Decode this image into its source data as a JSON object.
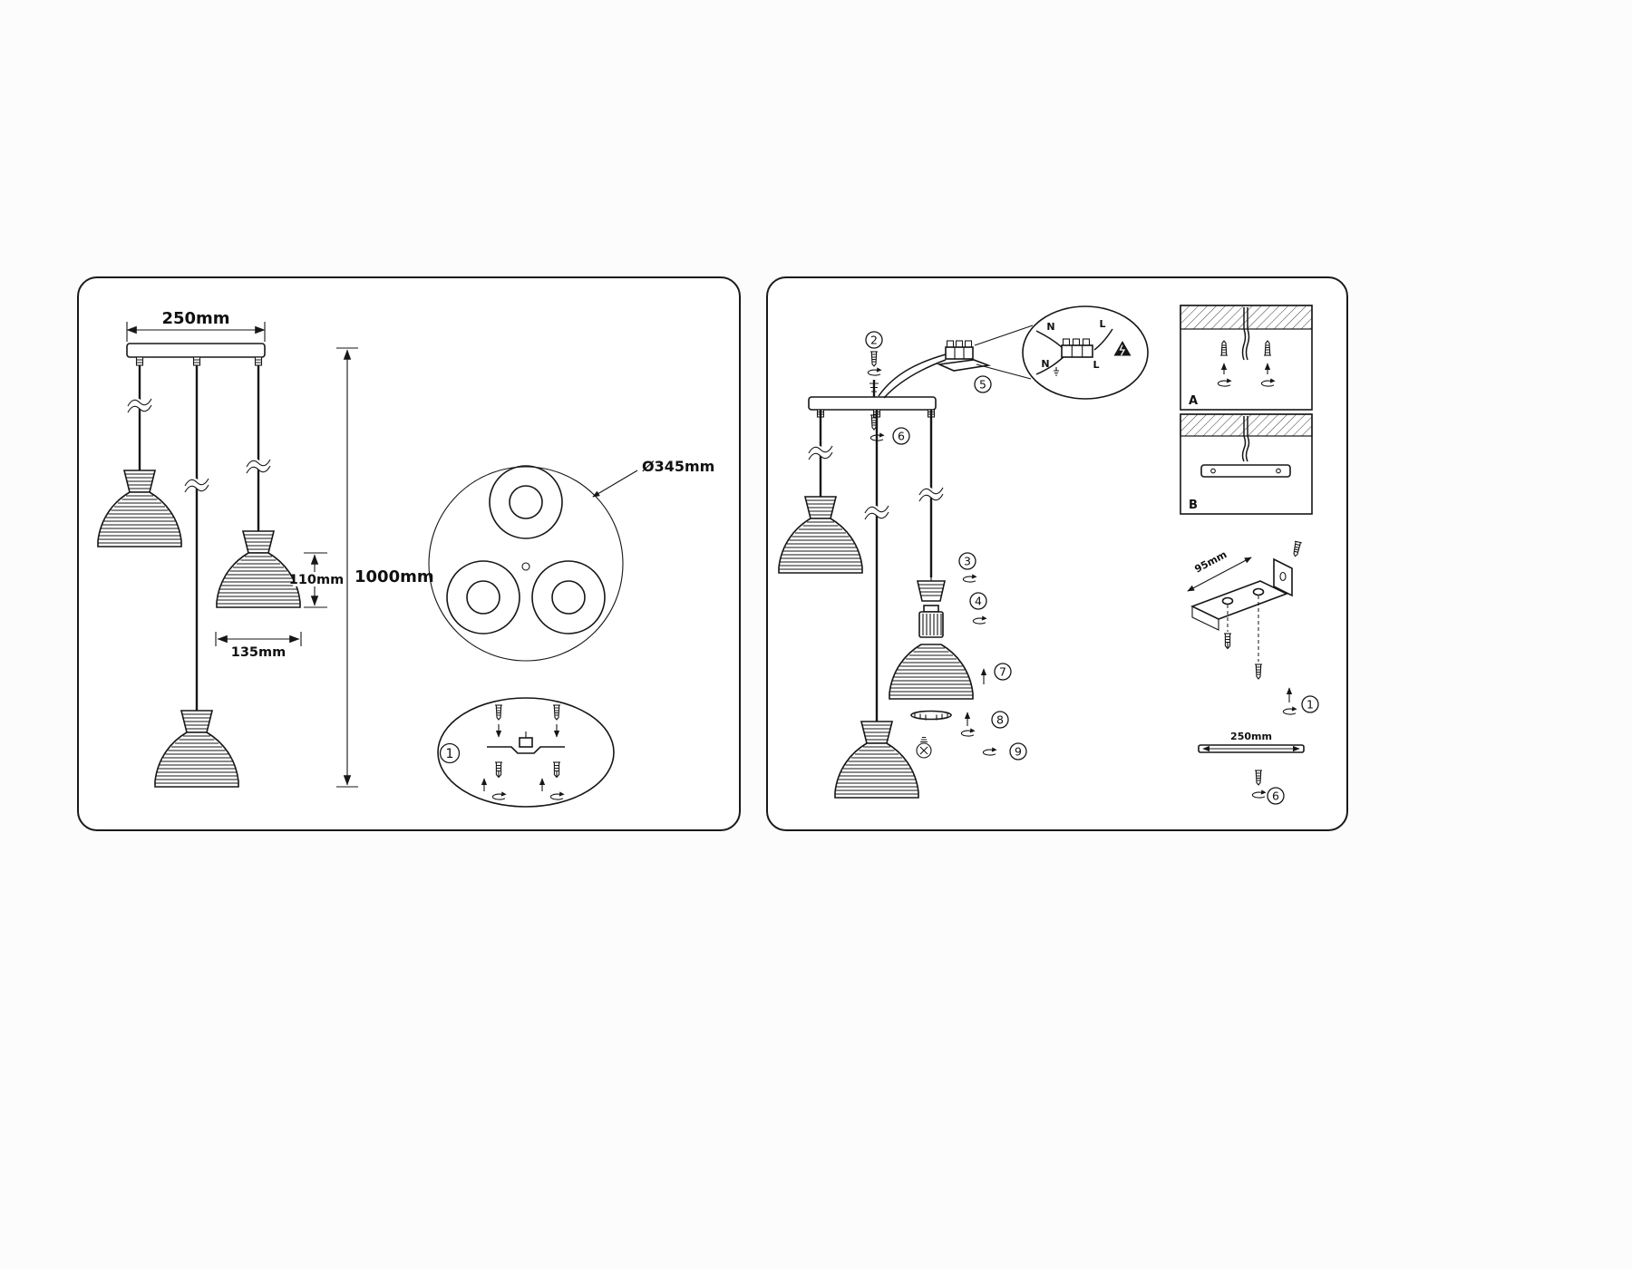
{
  "page": {
    "background": "#fcfcfc",
    "ink": "#161616",
    "panel_border": "#1a1a1a"
  },
  "left_panel": {
    "dimensions": {
      "canopy_width": "250mm",
      "overall_height": "1000mm",
      "shade_height": "110mm",
      "shade_diameter": "135mm",
      "layout_diameter": "Ø345mm"
    },
    "hardware_step": "1"
  },
  "right_panel": {
    "steps": {
      "step2": "2",
      "step3": "3",
      "step4": "4",
      "step5": "5",
      "step6": "6",
      "step7": "7",
      "step8": "8",
      "step9": "9"
    },
    "wiring_labels": {
      "n_top": "N",
      "l_top": "L",
      "n_bottom": "N",
      "l_bottom": "L"
    },
    "mounting_options": {
      "option_a": "A",
      "option_b": "B"
    },
    "bracket": {
      "width": "95mm",
      "step": "1"
    },
    "canopy": {
      "width": "250mm",
      "step": "6"
    }
  }
}
